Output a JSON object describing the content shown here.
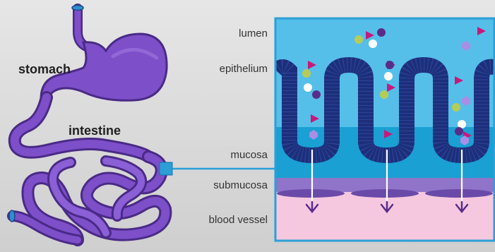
{
  "labels": {
    "stomach": "stomach",
    "intestine": "intestine",
    "lumen": "lumen",
    "epithelium": "epithelium",
    "mucosa": "mucosa",
    "submucosa": "submucosa",
    "blood_vessel": "blood vessel"
  },
  "colors": {
    "organ": "#7d4fc9",
    "organ_dark": "#4a2a86",
    "lumen": "#55bfe9",
    "epithelium": "#1d2f7a",
    "mucosa": "#1aa0d2",
    "submucosa": "#8f74c9",
    "blood": "#f5c8e0",
    "panel_border": "#2b9fd6",
    "nutrient_magenta": "#c8197a",
    "nutrient_green": "#b7cc57",
    "nutrient_lavender": "#a98ee6",
    "transport_purple": "#5a2c8a"
  }
}
